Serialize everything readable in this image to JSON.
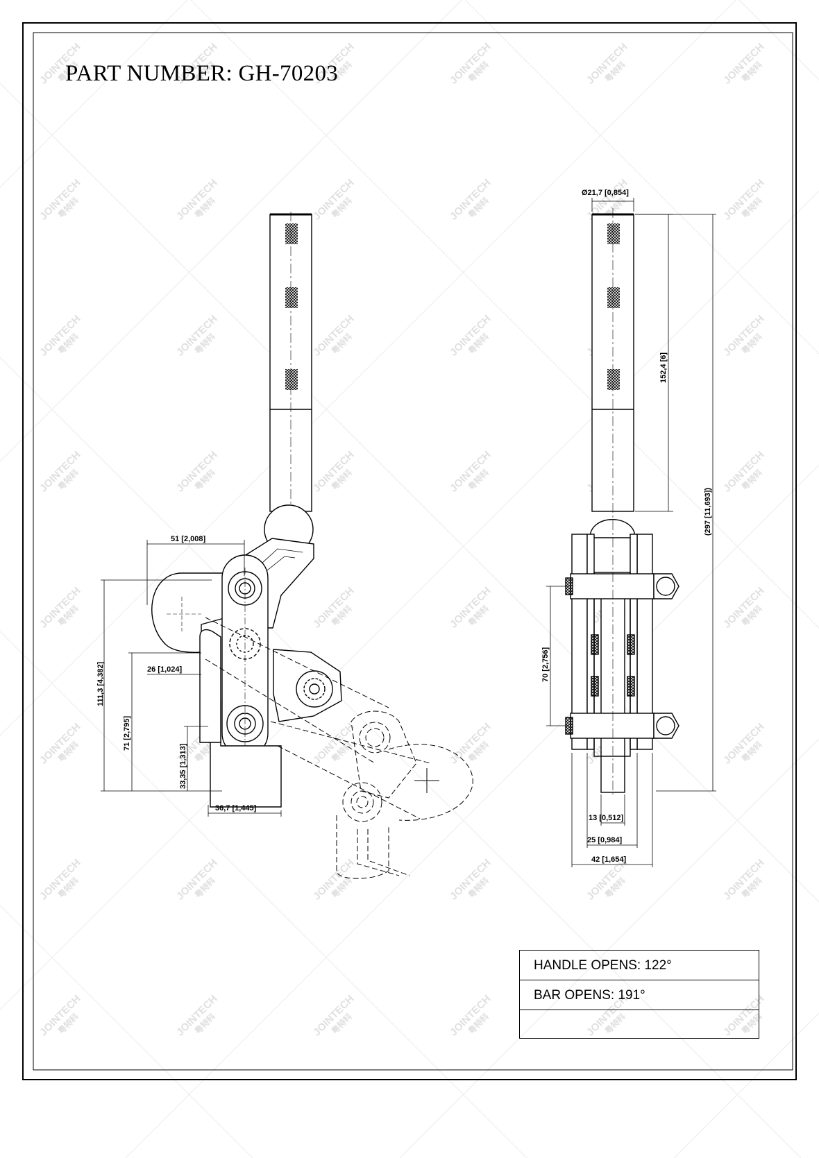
{
  "drawing": {
    "title": "PART NUMBER:  GH-70203",
    "watermark": {
      "brand": "JOINTECH",
      "chinese": "粤特科"
    },
    "dimensions": {
      "side_width_51": "51 [2,008]",
      "side_height_111": "111,3 [4,382]",
      "side_height_71": "71 [2,795]",
      "side_offset_26": "26 [1,024]",
      "side_height_33": "33,35 [1,313]",
      "side_base_36": "36,7 [1,445]",
      "front_diameter": "Ø21,7 [0,854]",
      "front_grip_152": "152,4 [6]",
      "front_total_297": "(297 [11,693])",
      "front_bolt_70": "70 [2,756]",
      "front_bar_13": "13 [0,512]",
      "front_width_25": "25 [0,984]",
      "front_width_42": "42 [1,654]"
    },
    "specs": {
      "handle_opens": "HANDLE OPENS: 122°",
      "bar_opens": "BAR OPENS: 191°",
      "blank_row": ""
    }
  }
}
